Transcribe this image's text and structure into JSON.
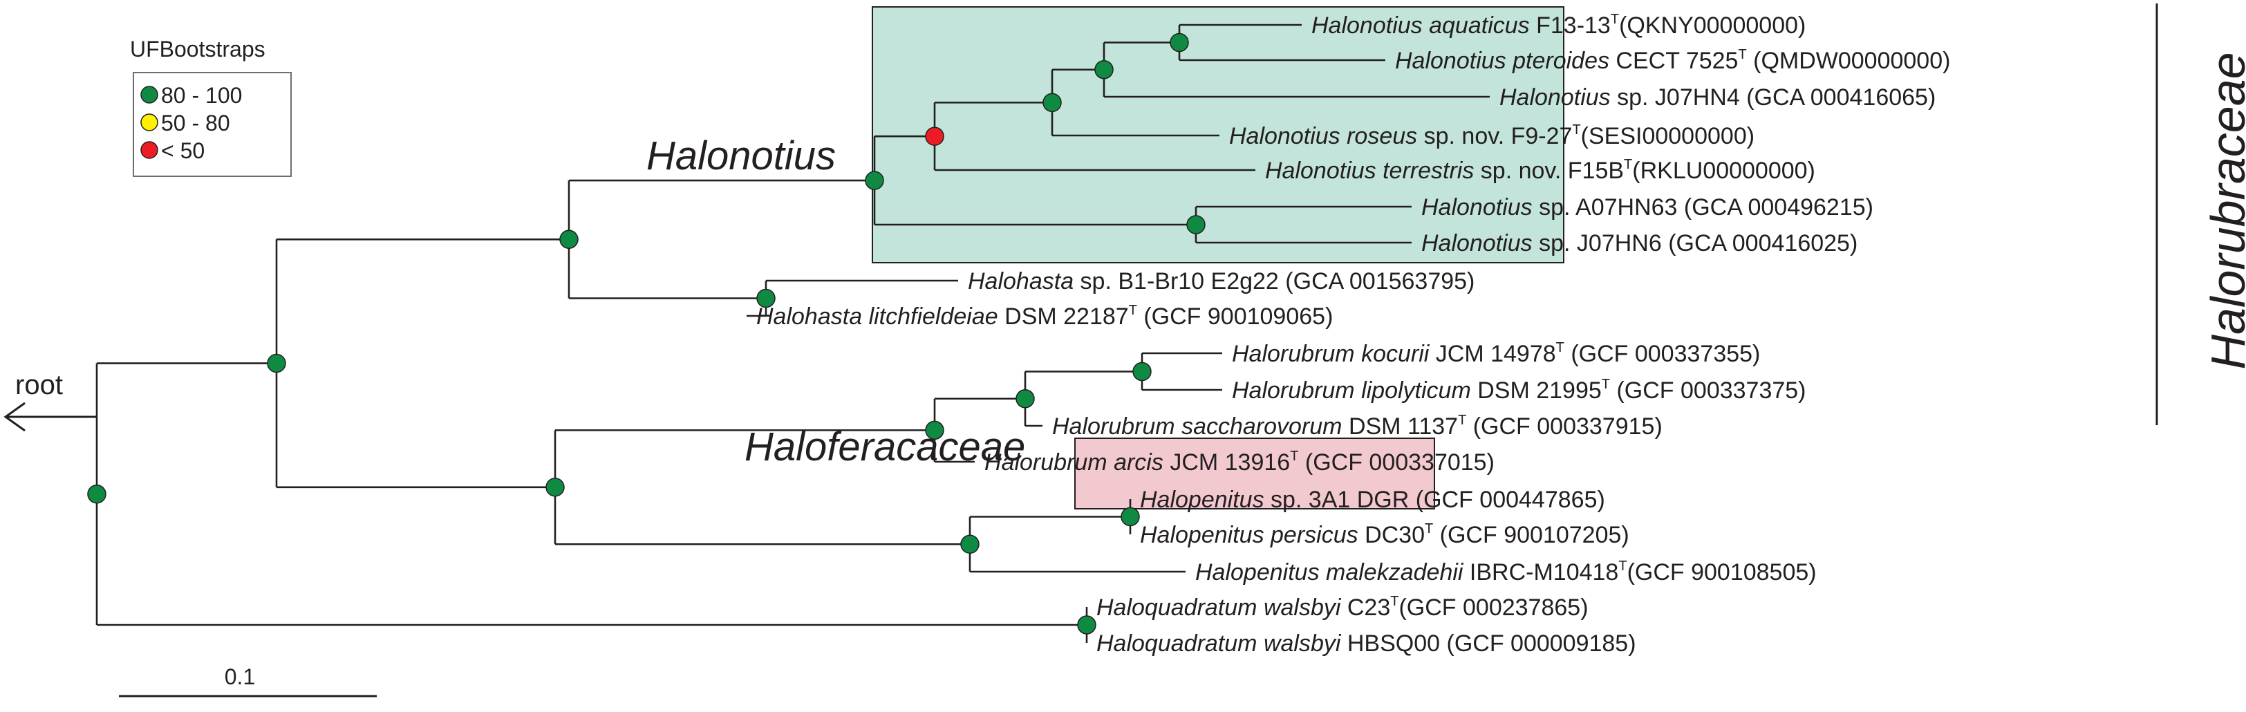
{
  "legend": {
    "title": "UFBootstraps",
    "entries": [
      {
        "label": "80 - 100",
        "color": "#0f8a43"
      },
      {
        "label": "50 - 80",
        "color": "#fff200"
      },
      {
        "label": "< 50",
        "color": "#ed1c24"
      }
    ]
  },
  "root_label": "root",
  "scale_label": "0.1",
  "clade_labels": {
    "halonotius": "Halonotius",
    "haloferacaceae": "Haloferacaceae"
  },
  "family_label": "Halorubraceae",
  "colors": {
    "halonotius_box": "#c3e4da",
    "haloferacaceae_box": "#f2c9cf",
    "node_high": "#0f8a43",
    "node_low": "#ed1c24"
  },
  "leaves": [
    {
      "genus": "Halonotius",
      "rest": "aquaticus",
      "strain": " F13-13",
      "sup": "T",
      "acc": "(QKNY00000000)"
    },
    {
      "genus": "Halonotius",
      "rest": "pteroides",
      "strain": " CECT 7525",
      "sup": "T",
      "acc": " (QMDW00000000)"
    },
    {
      "genus": "Halonotius",
      "rest": "",
      "strain": " sp. J07HN4",
      "sup": "",
      "acc": " (GCA 000416065)"
    },
    {
      "genus": "Halonotius",
      "rest": "roseus",
      "strain": " sp. nov. F9-27",
      "sup": "T",
      "acc": "(SESI00000000)"
    },
    {
      "genus": "Halonotius",
      "rest": "terrestris",
      "strain": " sp. nov. F15B",
      "sup": "T",
      "acc": "(RKLU00000000)"
    },
    {
      "genus": "Halonotius",
      "rest": "",
      "strain": " sp. A07HN63",
      "sup": "",
      "acc": " (GCA 000496215)"
    },
    {
      "genus": "Halonotius",
      "rest": "",
      "strain": " sp. J07HN6",
      "sup": "",
      "acc": " (GCA 000416025)"
    },
    {
      "genus": "Halohasta",
      "rest": "",
      "strain": " sp. B1-Br10 E2g22",
      "sup": "",
      "acc": " (GCA 001563795)"
    },
    {
      "genus": "Halohasta",
      "rest": "litchfieldeiae",
      "strain": " DSM 22187",
      "sup": "T",
      "acc": " (GCF 900109065)"
    },
    {
      "genus": "Halorubrum",
      "rest": "kocurii",
      "strain": " JCM 14978",
      "sup": "T",
      "acc": " (GCF 000337355)"
    },
    {
      "genus": "Halorubrum",
      "rest": "lipolyticum",
      "strain": " DSM 21995",
      "sup": "T",
      "acc": " (GCF 000337375)"
    },
    {
      "genus": "Halorubrum",
      "rest": "saccharovorum",
      "strain": " DSM 1137",
      "sup": "T",
      "acc": " (GCF 000337915)"
    },
    {
      "genus": "Halorubrum",
      "rest": "arcis",
      "strain": " JCM 13916",
      "sup": "T",
      "acc": " (GCF 000337015)"
    },
    {
      "genus": "Halopenitus",
      "rest": "",
      "strain": " sp. 3A1 DGR",
      "sup": "",
      "acc": " (GCF 000447865)"
    },
    {
      "genus": "Halopenitus",
      "rest": "persicus",
      "strain": " DC30",
      "sup": "T",
      "acc": " (GCF 900107205)"
    },
    {
      "genus": "Halopenitus",
      "rest": "malekzadehii",
      "strain": " IBRC-M10418",
      "sup": "T",
      "acc": "(GCF 900108505)"
    },
    {
      "genus": "Haloquadratum",
      "rest": "walsbyi",
      "strain": " C23",
      "sup": "T",
      "acc": "(GCF 000237865)"
    },
    {
      "genus": "Haloquadratum",
      "rest": "walsbyi",
      "strain": " HBSQ00",
      "sup": "",
      "acc": " (GCF 000009185)"
    }
  ],
  "nodes": [
    {
      "id": "root",
      "support": "high"
    },
    {
      "id": "n1",
      "support": "high"
    },
    {
      "id": "n_a",
      "support": "high"
    },
    {
      "id": "n_hln",
      "support": "high"
    },
    {
      "id": "n_red",
      "support": "low"
    },
    {
      "id": "n_b",
      "support": "high"
    },
    {
      "id": "n_c",
      "support": "high"
    },
    {
      "id": "n_d",
      "support": "high"
    },
    {
      "id": "n_e",
      "support": "high"
    },
    {
      "id": "n_hh",
      "support": "high"
    },
    {
      "id": "n_f",
      "support": "high"
    },
    {
      "id": "n_hr",
      "support": "high"
    },
    {
      "id": "n_g",
      "support": "high"
    },
    {
      "id": "n_h",
      "support": "high"
    },
    {
      "id": "n_hp",
      "support": "high"
    },
    {
      "id": "n_i",
      "support": "high"
    },
    {
      "id": "n_hq",
      "support": "high"
    }
  ]
}
